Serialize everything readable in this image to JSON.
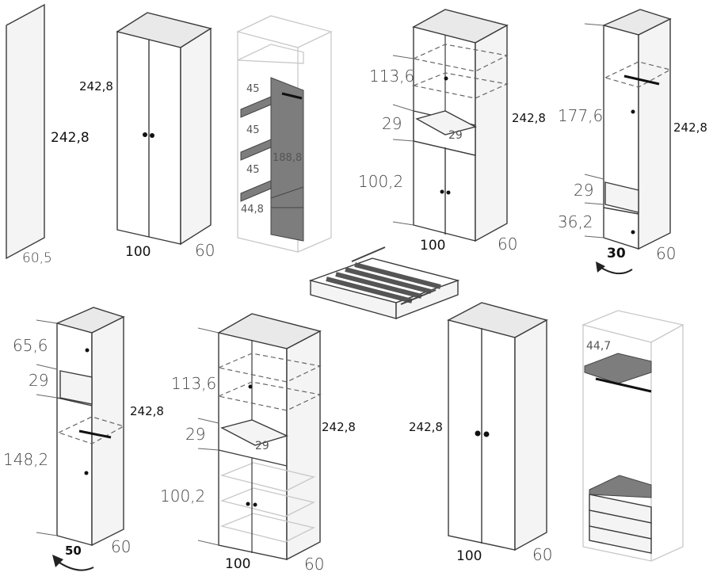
{
  "labels": {
    "panel_depth": "60,5",
    "panel_height": "242,8",
    "w1_height": "242,8",
    "w1_width": "100",
    "w1_depth": "60",
    "int1_shelf_a": "45",
    "int1_shelf_b": "45",
    "int1_shelf_c": "45",
    "int1_shelf_d": "44,8",
    "int1_side": "188,8",
    "w2_top": "113,6",
    "w2_niche": "29",
    "w2_niche_inner": "29",
    "w2_bottom": "100,2",
    "w2_height": "242,8",
    "w2_width": "100",
    "w2_depth": "60",
    "w3_top": "177,6",
    "w3_niche": "29",
    "w3_drawer": "36,2",
    "w3_height": "242,8",
    "w3_width": "30",
    "w3_depth": "60",
    "w4_top": "65,6",
    "w4_niche": "29",
    "w4_bottom": "148,2",
    "w4_height": "242,8",
    "w4_width": "50",
    "w4_depth": "60",
    "w5_top": "113,6",
    "w5_niche": "29",
    "w5_niche_inner": "29",
    "w5_bottom": "100,2",
    "w5_height": "242,8",
    "w5_width": "100",
    "w5_depth": "60",
    "w6_height": "242,8",
    "w6_width": "100",
    "w6_depth": "60",
    "int2_shelf": "44,7"
  }
}
